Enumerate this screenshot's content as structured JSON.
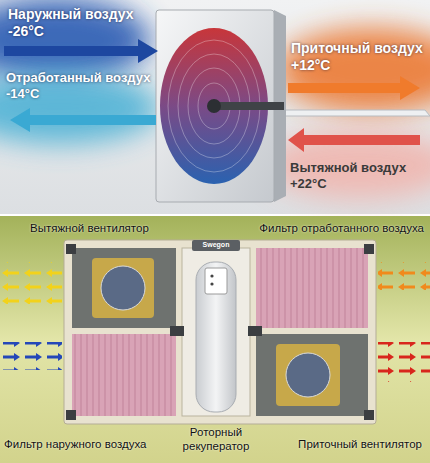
{
  "diagram": {
    "labels": [
      "Наружный воздух -26°C",
      "Приточный воздух +12°C",
      "Отработанный воздух -14°C",
      "Вытяжной воздух +22°C",
      "Вытяжной вентилятор",
      "Фильтр отработанного воздуха",
      "Swegon",
      "Фильтр наружного воздуха",
      "Роторный рекуператор",
      "Приточный вентилятор"
    ]
  }
}
